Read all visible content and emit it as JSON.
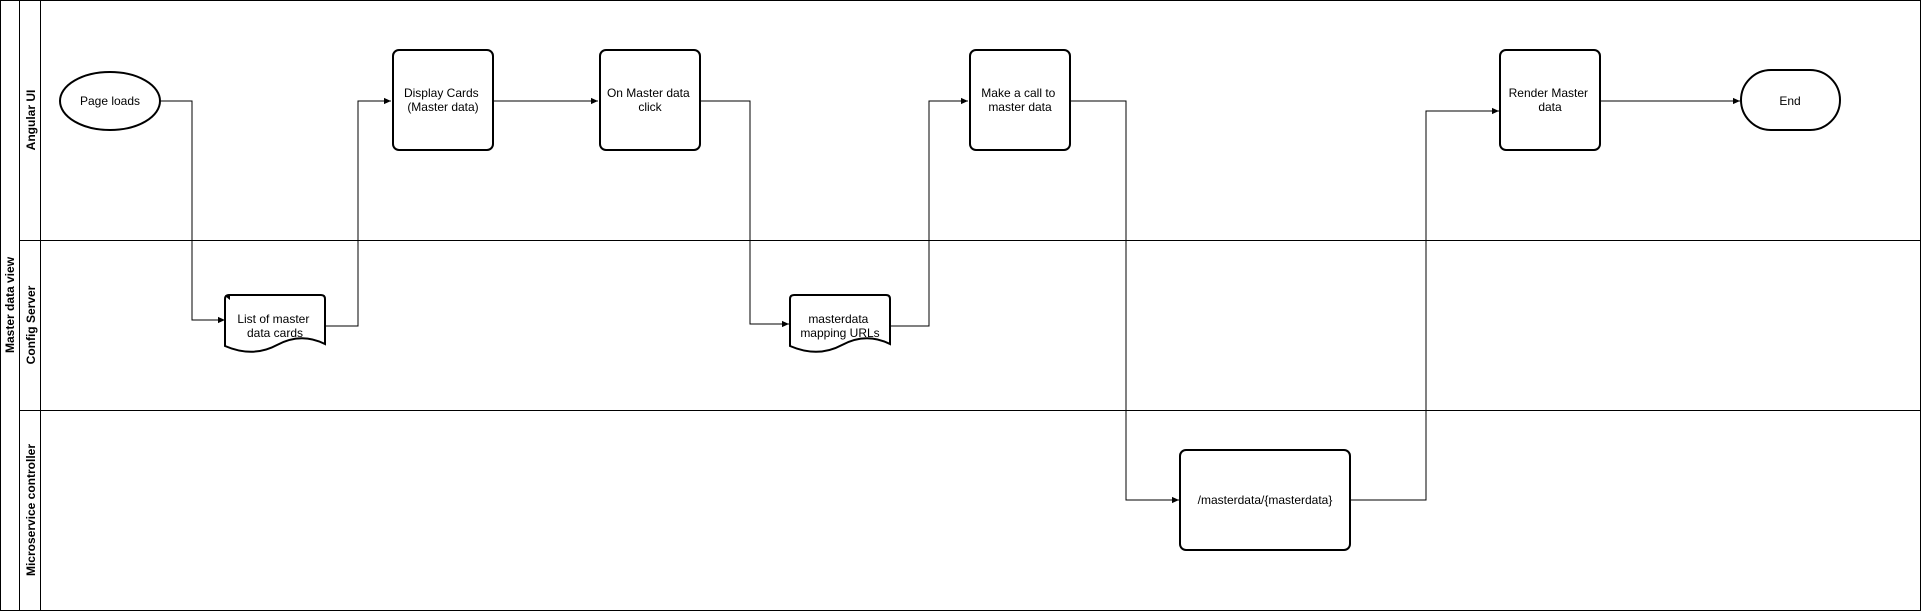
{
  "pool": {
    "title": "Master data view"
  },
  "lanes": [
    {
      "id": "angular",
      "label": "Angular UI"
    },
    {
      "id": "config",
      "label": "Config Server"
    },
    {
      "id": "micro",
      "label": "Microservice controller"
    }
  ],
  "nodes": {
    "page_loads": [
      "Page loads"
    ],
    "list_cards": [
      "List of master",
      "data cards"
    ],
    "display_cards": [
      "Display Cards",
      "(Master data)"
    ],
    "on_click": [
      "On Master data",
      "click"
    ],
    "mapping_urls": [
      "masterdata",
      "mapping URLs"
    ],
    "make_call": [
      "Make a call to",
      "master data"
    ],
    "endpoint": [
      "/masterdata/{masterdata}"
    ],
    "render": [
      "Render Master",
      "data"
    ],
    "end": [
      "End"
    ]
  },
  "colors": {
    "stroke": "#000000",
    "fill": "#ffffff",
    "text": "#000000"
  }
}
